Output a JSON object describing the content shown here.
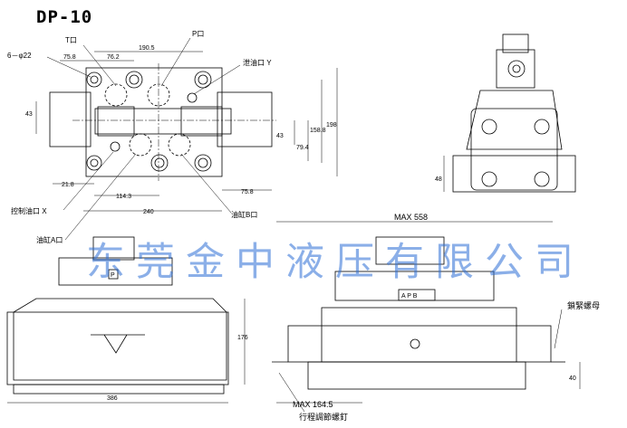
{
  "title": "DP-10",
  "watermark": "东莞金中液压有限公司",
  "top_view": {
    "hole_label": "6－φ22",
    "t_port": "T口",
    "p_port": "P口",
    "drain_port": "泄油口 Y",
    "pilot_port": "控制油口 X",
    "a_port": "油缸A口",
    "b_port": "油缸B口",
    "dims": {
      "d75_8_top": "75.8",
      "d76_2": "76.2",
      "d190_5": "190.5",
      "d43_left": "43",
      "d21_8": "21.8",
      "d114_3": "114.3",
      "d240": "240",
      "d75_8_bottom": "75.8",
      "d43_right": "43",
      "d79_4": "79.4",
      "d158_8": "158.8",
      "d198": "198"
    }
  },
  "side_view": {
    "d48": "48"
  },
  "front_left_view": {
    "d176": "176",
    "d386": "386",
    "p_mark": "P"
  },
  "front_right_view": {
    "max558": "MAX 558",
    "max164": "MAX 164.5",
    "d40": "40",
    "apb": "A  P  B",
    "lock_nut": "鎖緊螺母",
    "adjust_screw": "行程調節螺釘"
  },
  "colors": {
    "line": "#000000",
    "watermark": "#2e6fd6"
  }
}
